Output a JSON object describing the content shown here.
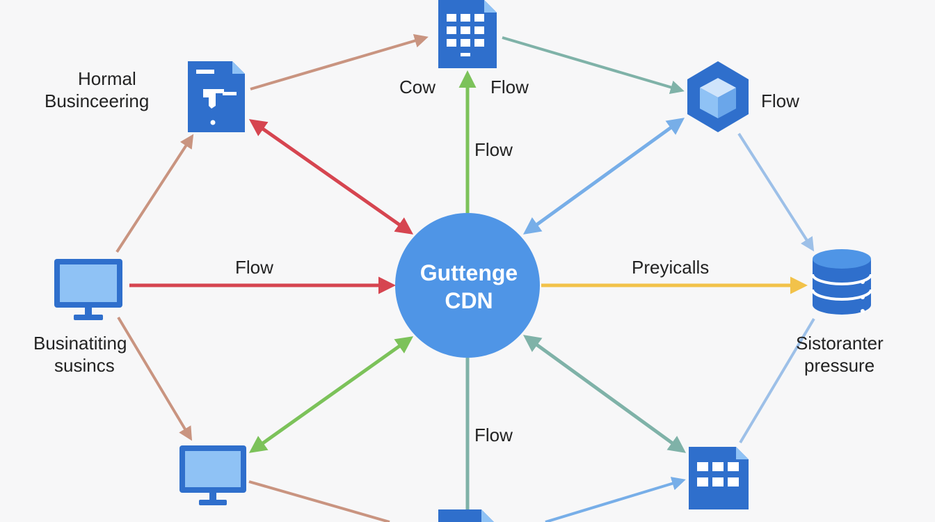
{
  "colors": {
    "background": "#f7f7f8",
    "hub": "#4f95e6",
    "icon_blue": "#2f6fcc",
    "icon_light": "#8fc2f5",
    "red": "#d64550",
    "yellow": "#f2c24a",
    "green": "#7cc25a",
    "light_blue": "#77aee8",
    "teal": "#7fb2a8",
    "tan": "#c99480",
    "pale_blue": "#9dc0e8"
  },
  "hub": {
    "line1": "Guttenge",
    "line2": "CDN"
  },
  "labels": {
    "top_left_1": "Hormal",
    "top_left_2": "Businceering",
    "cow": "Cow",
    "flow_top": "Flow",
    "flow_right_top": "Flow",
    "flow_center_top": "Flow",
    "flow_left_mid": "Flow",
    "preyicalls": "Preyicalls",
    "left_mid_1": "Businatiting",
    "left_mid_2": "susincs",
    "right_mid_1": "Sistoranter",
    "right_mid_2": "pressure",
    "flow_bottom": "Flow"
  },
  "icons": {
    "top_left": "document-tool-icon",
    "top_center": "spreadsheet-icon",
    "top_right": "cube-icon",
    "left": "monitor-icon",
    "right": "database-icon",
    "bottom_left": "monitor-icon",
    "bottom_center": "document-icon",
    "bottom_right": "spreadsheet-icon"
  }
}
